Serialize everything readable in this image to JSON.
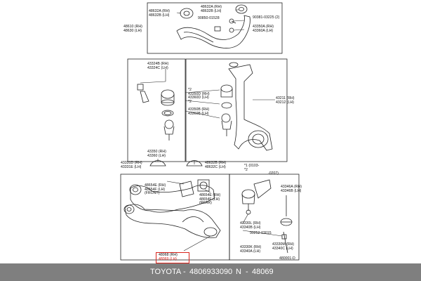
{
  "diagram": {
    "labels": {
      "upper_bushing": [
        "48632A (RH)",
        "48632B (LH)"
      ],
      "upper_bushing2": [
        "48632A (RH)",
        "48632B (LH)"
      ],
      "upper_bolt": "90381-03225 (2)",
      "upper_nut": "90850-01528",
      "upper_arm": [
        "48610 (RH)",
        "48630 (LH)"
      ],
      "upper_joint": [
        "43350A (RH)",
        "43360A (LH)"
      ],
      "joint_boot": [
        "43324B (RH)",
        "43324C (LH)"
      ],
      "joint_kit": [
        "*2",
        "43350D (RH)",
        "43360D (LH)",
        "*2"
      ],
      "joint_kit2": [
        "43350B (RH)",
        "43360B (LH)"
      ],
      "knuckle": [
        "43211 (RH)",
        "43212 (LH)"
      ],
      "upper_ball_joint": [
        "43350 (RH)",
        "43360 (LH)"
      ],
      "lower_cover": [
        "43331D (RH)",
        "43331E (LH)"
      ],
      "lower_cover2": [
        "48632B (RH)",
        "48632C (LH)"
      ],
      "date_range": [
        "*1 (0103-",
        "*2",
        "-0207)"
      ],
      "front_bushing": [
        "48654E (RH)",
        "48654F (LH)",
        "(FRONT)"
      ],
      "rear_bushing": [
        "48654E (RH)",
        "48654F (LH)",
        "(REAR)"
      ],
      "steering_arm": [
        "43346A (RH)",
        "43346B (LH)"
      ],
      "lower_joint": [
        "43330L (RH)",
        "43340B (LH)"
      ],
      "lower_bolt": "90252-03015",
      "lower_joint2": [
        "43330K (RH)",
        "43340A (LH)"
      ],
      "lower_joint3": [
        "43330M (RH)",
        "43340C (LH)"
      ],
      "lower_arm": [
        "48068 (RH)",
        "48069 (LH)"
      ],
      "page_code": "480001-D"
    },
    "highlight_color": "#d9231c"
  },
  "footer": {
    "brand": "TOYOTA",
    "sep1": "-",
    "oem": "4806933090",
    "code_label": "N",
    "sep2": "-",
    "code": "48069"
  }
}
